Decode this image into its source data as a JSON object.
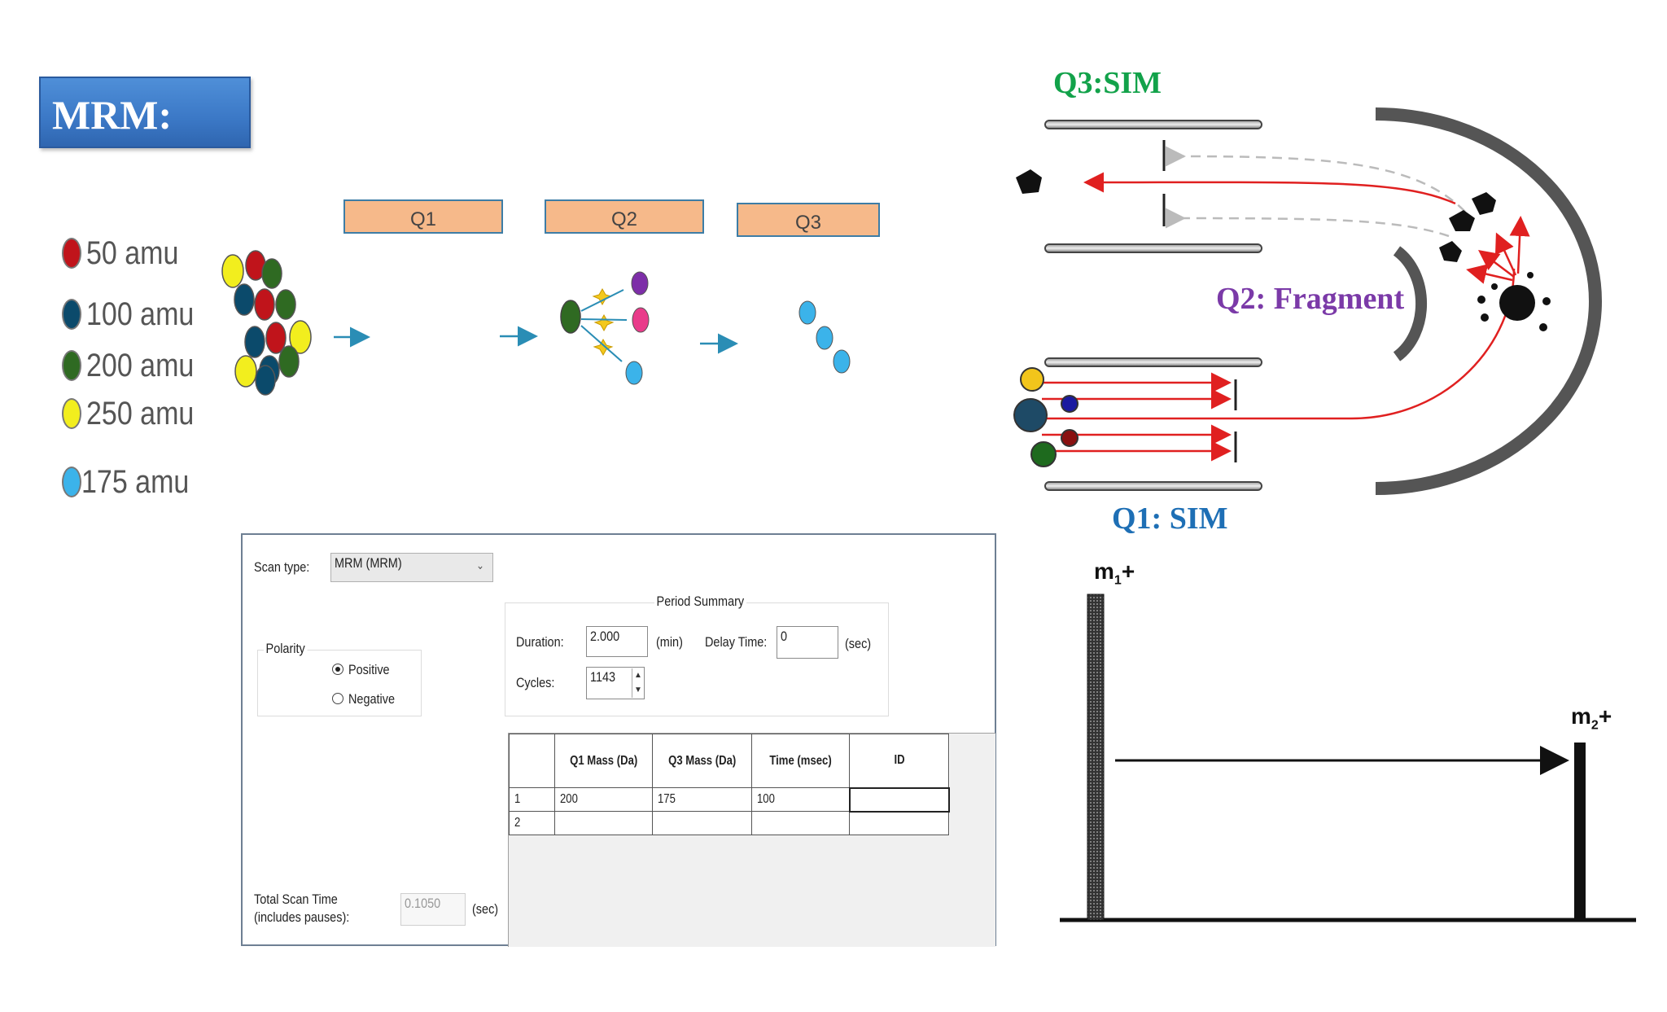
{
  "title": "MRM:",
  "legend": [
    {
      "label": "50 amu",
      "color": "#c0141b"
    },
    {
      "label": "100 amu",
      "color": "#0b4a6b"
    },
    {
      "label": "200 amu",
      "color": "#2f6a22"
    },
    {
      "label": "250 amu",
      "color": "#f2ee1e"
    },
    {
      "label": "175 amu",
      "color": "#3bb3ea"
    }
  ],
  "quads": [
    "Q1",
    "Q2",
    "Q3"
  ],
  "instrument": {
    "q3_label": "Q3:SIM",
    "q2_label": "Q2: Fragment",
    "q1_label": "Q1: SIM",
    "colors": {
      "q3": "#12a24a",
      "q2": "#7b3aa8",
      "q1": "#1e6fb5",
      "path": "#e02020"
    }
  },
  "spectrum": {
    "peak1_label": "m",
    "peak1_sub": "1",
    "peak2_label": "m",
    "peak2_sub": "2",
    "charge": "+"
  },
  "panel": {
    "scan_type_label": "Scan type:",
    "scan_type_value": "MRM (MRM)",
    "polarity_label": "Polarity",
    "positive_label": "Positive",
    "negative_label": "Negative",
    "polarity_selected": "Positive",
    "period_summary_label": "Period Summary",
    "duration_label": "Duration:",
    "duration_value": "2.000",
    "duration_unit": "(min)",
    "delay_label": "Delay Time:",
    "delay_value": "0",
    "delay_unit": "(sec)",
    "cycles_label": "Cycles:",
    "cycles_value": "1143",
    "total_scan_label_1": "Total Scan Time",
    "total_scan_label_2": "(includes pauses):",
    "total_scan_value": "0.1050",
    "total_scan_unit": "(sec)",
    "table": {
      "headers": [
        "",
        "Q1 Mass (Da)",
        "Q3 Mass (Da)",
        "Time (msec)",
        "ID"
      ],
      "rows": [
        [
          "1",
          "200",
          "175",
          "100",
          ""
        ],
        [
          "2",
          "",
          "",
          "",
          ""
        ]
      ]
    }
  }
}
